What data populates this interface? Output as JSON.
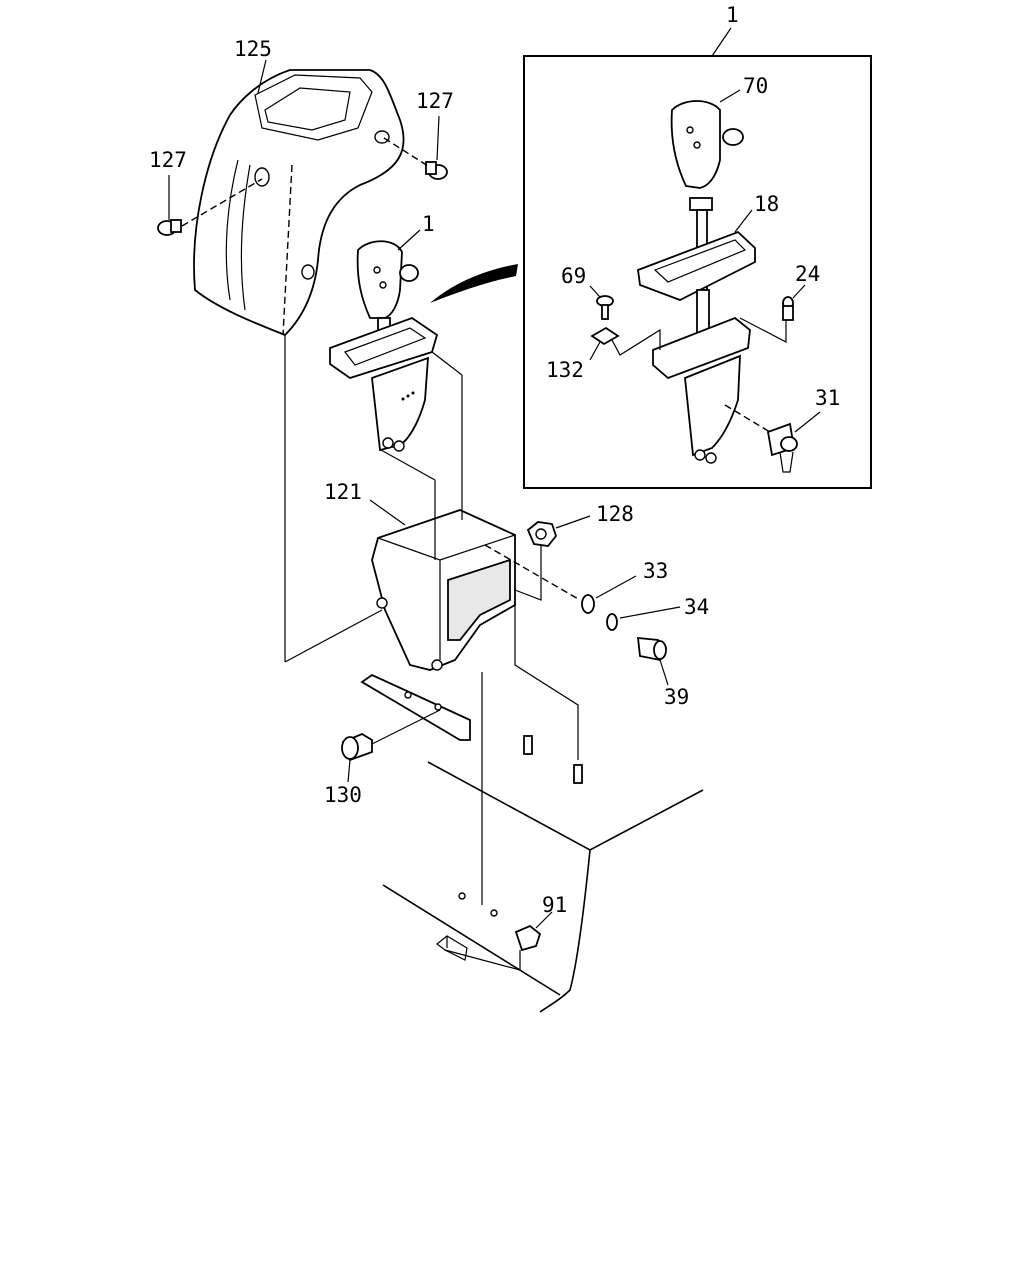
{
  "labels": {
    "l125": "125",
    "l127a": "127",
    "l127b": "127",
    "l1_main": "1",
    "l1_inset": "1",
    "l70": "70",
    "l18": "18",
    "l69": "69",
    "l24": "24",
    "l132": "132",
    "l31": "31",
    "l121": "121",
    "l128": "128",
    "l33": "33",
    "l34": "34",
    "l39": "39",
    "l130": "130",
    "l91": "91"
  }
}
